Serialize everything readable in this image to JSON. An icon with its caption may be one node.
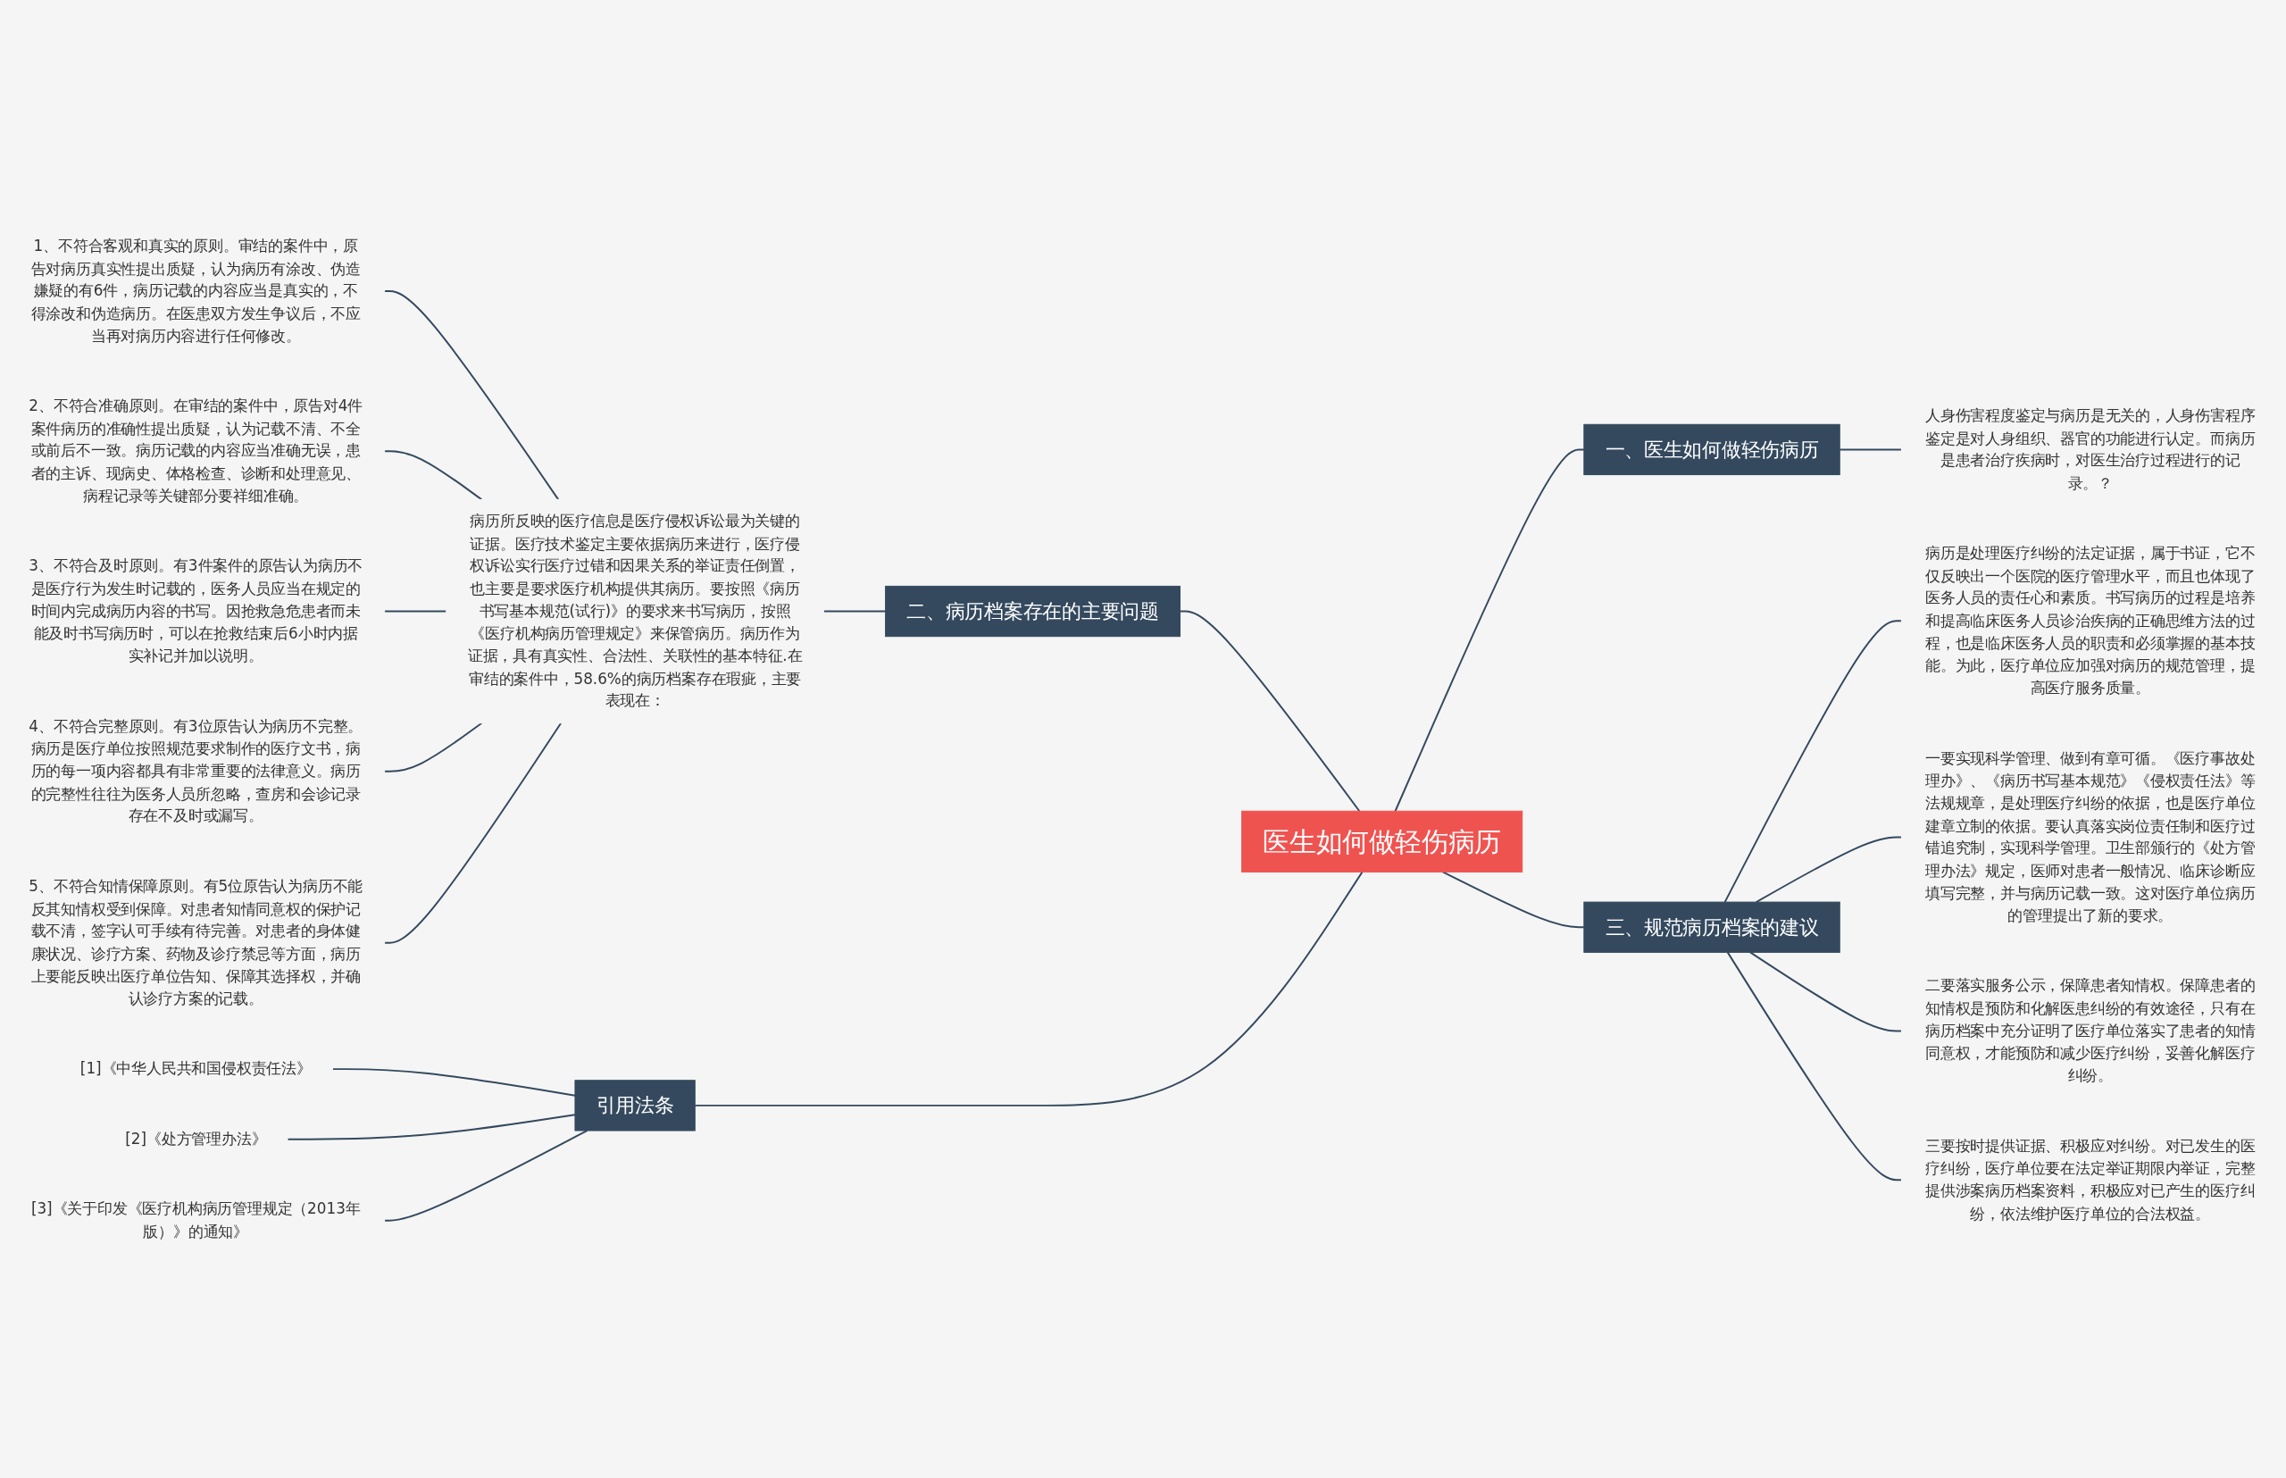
{
  "diagram": {
    "nodes": [
      {
        "text": [
          "医生如何做轻伤病历"
        ]
      },
      {
        "text": [
          "一、医生如何做轻伤病历"
        ]
      },
      {
        "text": [
          "人身伤害程度鉴定与病历是无关的，人身伤害程序鉴定是对人身组织、器官的功能进行认定。而病历是患者治疗疾病时，对医生治疗过程进行的记录。？"
        ]
      },
      {
        "text": [
          "二、病历档案存在的主要问题"
        ]
      },
      {
        "text": [
          "病历所反映的医疗信息是医疗侵权诉讼最为关键的证据。医疗技术鉴定主要依据病历来进行，医疗侵权诉讼实行医疗过错和因果关系的举证责任倒置，也主要是要求医疗机构提供其病历。要按照《病历书写基本规范(试行)》的要求来书写病历，按照《医疗机构病历管理规定》来保管病历。病历作为证据，具有真实性、合法性、关联性的基本特征.在审结的案件中，58.6%的病历档案存在瑕疵，主要表现在："
        ]
      },
      {
        "text": [
          "1、不符合客观和真实的原则。审结的案件中，原告对病历真实性提出质疑，认为病历有涂改、伪造嫌疑的有6件，病历记载的内容应当是真实的，不得涂改和伪造病历。在医患双方发生争议后，不应当再对病历内容进行任何修改。"
        ]
      },
      {
        "text": [
          "2、不符合准确原则。在审结的案件中，原告对4件案件病历的准确性提出质疑，认为记载不清、不全或前后不一致。病历记载的内容应当准确无误，患者的主诉、现病史、体格检查、诊断和处理意见、病程记录等关键部分要祥细准确。"
        ]
      },
      {
        "text": [
          "3、不符合及时原则。有3件案件的原告认为病历不是医疗行为发生时记载的，医务人员应当在规定的时间内完成病历内容的书写。因抢救急危患者而未能及时书写病历时，可以在抢救结束后6小时内据实补记并加以说明。"
        ]
      },
      {
        "text": [
          "4、不符合完整原则。有3位原告认为病历不完整。病历是医疗单位按照规范要求制作的医疗文书，病历的每一项内容都具有非常重要的法律意义。病历的完整性往往为医务人员所忽略，查房和会诊记录存在不及时或漏写。"
        ]
      },
      {
        "text": [
          "5、不符合知情保障原则。有5位原告认为病历不能反其知情权受到保障。对患者知情同意权的保护记载不清，签字认可手续有待完善。对患者的身体健康状况、诊疗方案、药物及诊疗禁忌等方面，病历上要能反映出医疗单位告知、保障其选择权，并确认诊疗方案的记载。"
        ]
      },
      {
        "text": [
          "三、规范病历档案的建议"
        ]
      },
      {
        "text": [
          "病历是处理医疗纠纷的法定证据，属于书证，它不仅反映出一个医院的医疗管理水平，而且也体现了医务人员的责任心和素质。书写病历的过程是培养和提高临床医务人员诊治疾病的正确思维方法的过程，也是临床医务人员的职责和必须掌握的基本技能。为此，医疗单位应加强对病历的规范管理，提高医疗服务质量。"
        ]
      },
      {
        "text": [
          "一要实现科学管理、做到有章可循。《医疗事故处理办》、《病历书写基本规范》《侵权责任法》等法规规章，是处理医疗纠纷的依据，也是医疗单位建章立制的依据。要认真落实岗位责任制和医疗过错追究制，实现科学管理。卫生部颁行的《处方管理办法》规定，医师对患者一般情况、临床诊断应填写完整，并与病历记载一致。这对医疗单位病历的管理提出了新的要求。"
        ]
      },
      {
        "text": [
          "二要落实服务公示，保障患者知情权。保障患者的知情权是预防和化解医患纠纷的有效途径，只有在病历档案中充分证明了医疗单位落实了患者的知情同意权，才能预防和减少医疗纠纷，妥善化解医疗纠纷。"
        ]
      },
      {
        "text": [
          "三要按时提供证据、积极应对纠纷。对已发生的医疗纠纷，医疗单位要在法定举证期限内举证，完整提供涉案病历档案资料，积极应对已产生的医疗纠纷，依法维护医疗单位的合法权益。"
        ]
      },
      {
        "text": [
          "引用法条"
        ]
      },
      {
        "text": [
          "[1]《中华人民共和国侵权责任法》"
        ]
      },
      {
        "text": [
          "[2]《处方管理办法》"
        ]
      },
      {
        "text": [
          "[3]《关于印发《医疗机构病历管理规定（2013年版）》的通知》"
        ]
      }
    ],
    "edges": [
      {
        "from": 0,
        "to": 1,
        "arrow": "none"
      },
      {
        "from": 1,
        "to": 2,
        "arrow": "none"
      },
      {
        "from": 3,
        "to": 0,
        "arrow": "none"
      },
      {
        "from": 4,
        "to": 3,
        "arrow": "none"
      },
      {
        "from": 5,
        "to": 4,
        "arrow": "none"
      },
      {
        "from": 6,
        "to": 4,
        "arrow": "none"
      },
      {
        "from": 7,
        "to": 4,
        "arrow": "none"
      },
      {
        "from": 8,
        "to": 4,
        "arrow": "none"
      },
      {
        "from": 9,
        "to": 4,
        "arrow": "none"
      },
      {
        "from": 0,
        "to": 10,
        "arrow": "none"
      },
      {
        "from": 10,
        "to": 11,
        "arrow": "none"
      },
      {
        "from": 10,
        "to": 12,
        "arrow": "none"
      },
      {
        "from": 10,
        "to": 13,
        "arrow": "none"
      },
      {
        "from": 10,
        "to": 14,
        "arrow": "none"
      },
      {
        "from": 15,
        "to": 0,
        "arrow": "none"
      },
      {
        "from": 16,
        "to": 15,
        "arrow": "none"
      },
      {
        "from": 17,
        "to": 15,
        "arrow": "none"
      },
      {
        "from": 18,
        "to": 15,
        "arrow": "none"
      }
    ]
  }
}
